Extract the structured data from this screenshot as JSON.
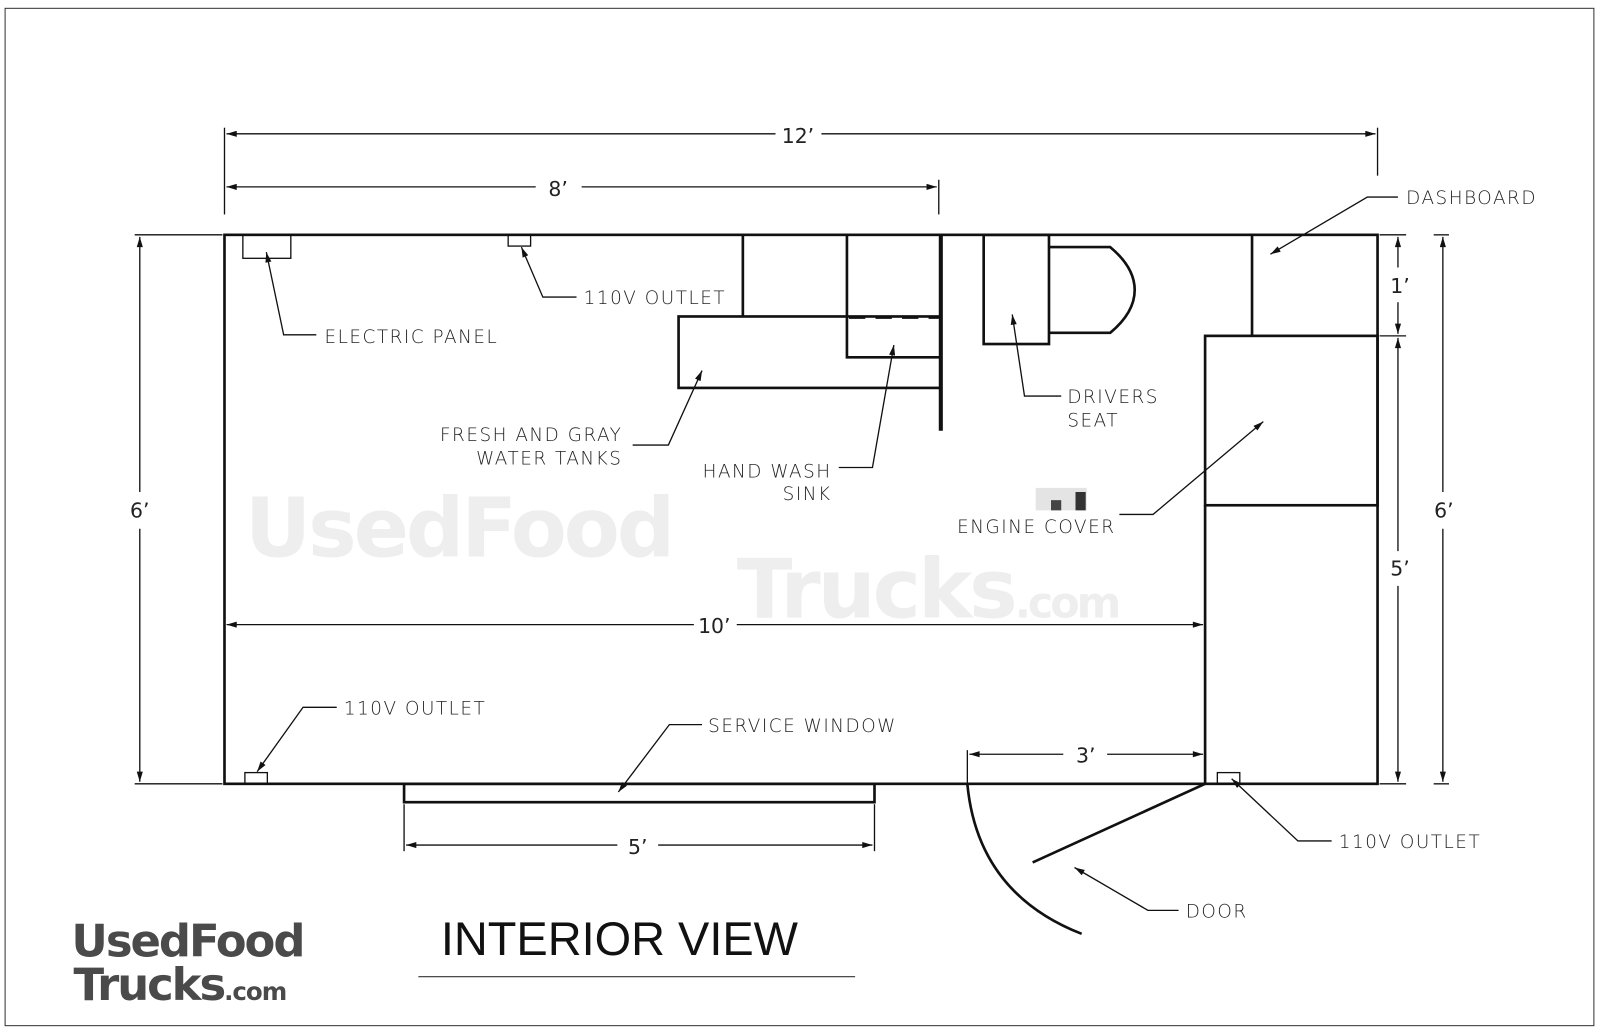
{
  "title": "INTERIOR VIEW",
  "logo": {
    "line1": "UsedFood",
    "line2": "Trucks",
    "suffix": ".com"
  },
  "watermark": {
    "line1": "UsedFood",
    "line2": "Trucks",
    "suffix": ".com"
  },
  "dimensions": {
    "overall_length": "12’",
    "counter_length": "8’",
    "interior_length": "10’",
    "service_window": "5’",
    "door_width": "3’",
    "left_width": "6’",
    "right_width": "6’",
    "dashboard_depth": "1’",
    "cab_depth": "5’"
  },
  "labels": {
    "electric_panel": "ELECTRIC PANEL",
    "outlet_top": "110V OUTLET",
    "tanks_line1": "FRESH AND GRAY",
    "tanks_line2": "WATER TANKS",
    "sink_line1": "HAND WASH",
    "sink_line2": "SINK",
    "seat_line1": "DRIVERS",
    "seat_line2": "SEAT",
    "dashboard": "DASHBOARD",
    "engine_cover": "ENGINE COVER",
    "outlet_bottom_left": "110V OUTLET",
    "service_window": "SERVICE WINDOW",
    "outlet_bottom_right": "110V OUTLET",
    "door": "DOOR"
  }
}
